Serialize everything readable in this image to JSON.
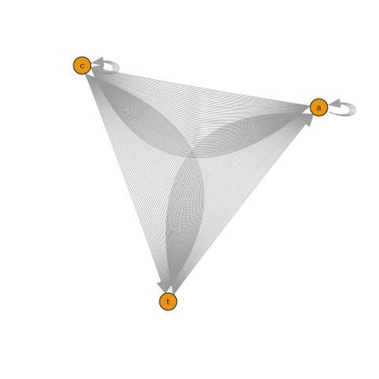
{
  "graph": {
    "directed": true,
    "nodes": [
      {
        "id": "c",
        "label": "c"
      },
      {
        "id": "a",
        "label": "a"
      },
      {
        "id": "t",
        "label": "t"
      }
    ],
    "edge_bundles": [
      {
        "from": "a",
        "to": "c",
        "kind": "multi-edge"
      },
      {
        "from": "c",
        "to": "t",
        "kind": "multi-edge"
      },
      {
        "from": "t",
        "to": "a",
        "kind": "multi-edge"
      },
      {
        "from": "c",
        "to": "c",
        "kind": "self-loop"
      },
      {
        "from": "a",
        "to": "a",
        "kind": "self-loop"
      }
    ]
  },
  "colors": {
    "background": "#ffffff",
    "node_fill": "#e8920f",
    "node_stroke": "#1a1a1a",
    "edge": "#9a9a9a",
    "arrow": "#a0a0a0",
    "label": "#111111"
  }
}
